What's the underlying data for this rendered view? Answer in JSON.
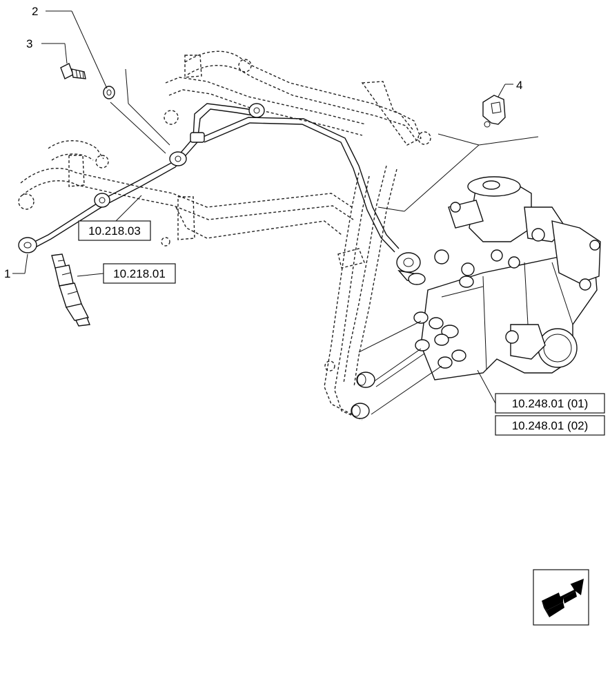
{
  "callouts": [
    {
      "id": "1",
      "label": "1"
    },
    {
      "id": "2",
      "label": "2"
    },
    {
      "id": "3",
      "label": "3"
    },
    {
      "id": "4",
      "label": "4"
    }
  ],
  "references": {
    "ref_218_03": "10.218.03",
    "ref_218_01": "10.218.01",
    "ref_248_01_01": "10.248.01 (01)",
    "ref_248_01_02": "10.248.01 (02)"
  },
  "nav": {
    "icon": "next-page-arrow-icon"
  }
}
